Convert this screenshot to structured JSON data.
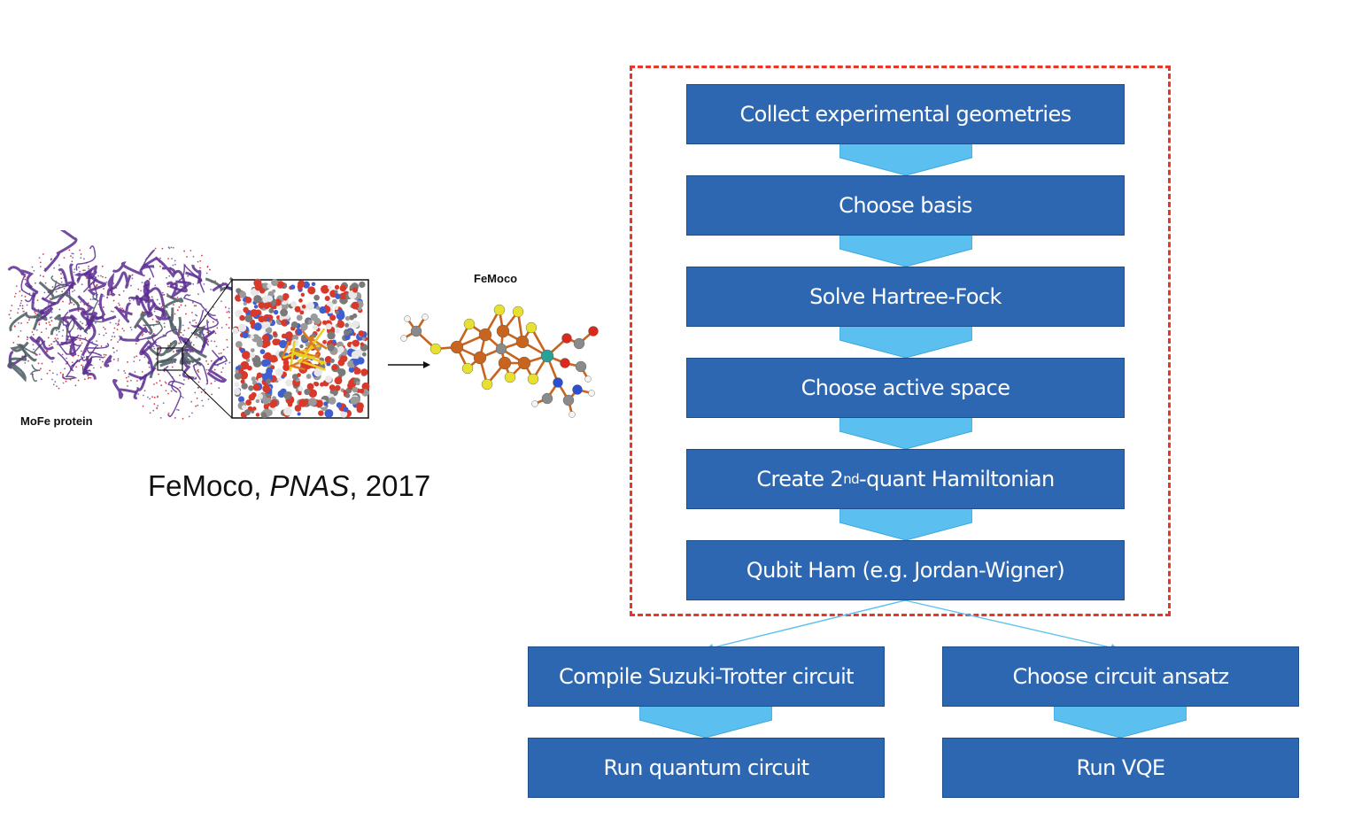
{
  "left": {
    "protein_label": "MoFe protein",
    "cofactor_label": "FeMoco",
    "caption": {
      "prefix": "FeMoco, ",
      "journal": "PNAS",
      "suffix": ", 2017"
    }
  },
  "workflow": {
    "steps": [
      "Collect experimental geometries",
      "Choose basis",
      "Solve Hartree-Fock",
      "Choose active space",
      {
        "before": "Create 2",
        "sup": "nd",
        "after": "-quant Hamiltonian"
      },
      "Qubit Ham (e.g. Jordan-Wigner)"
    ],
    "left_branch": [
      "Compile Suzuki-Trotter circuit",
      "Run quantum circuit"
    ],
    "right_branch": [
      "Choose circuit ansatz",
      "Run VQE"
    ]
  },
  "colors": {
    "box_fill": "#2e67b1",
    "box_border": "#1d4e8c",
    "chevron": "#5bc0f0",
    "dashed_frame": "#e8362b",
    "connector": "#5bc0f0"
  }
}
